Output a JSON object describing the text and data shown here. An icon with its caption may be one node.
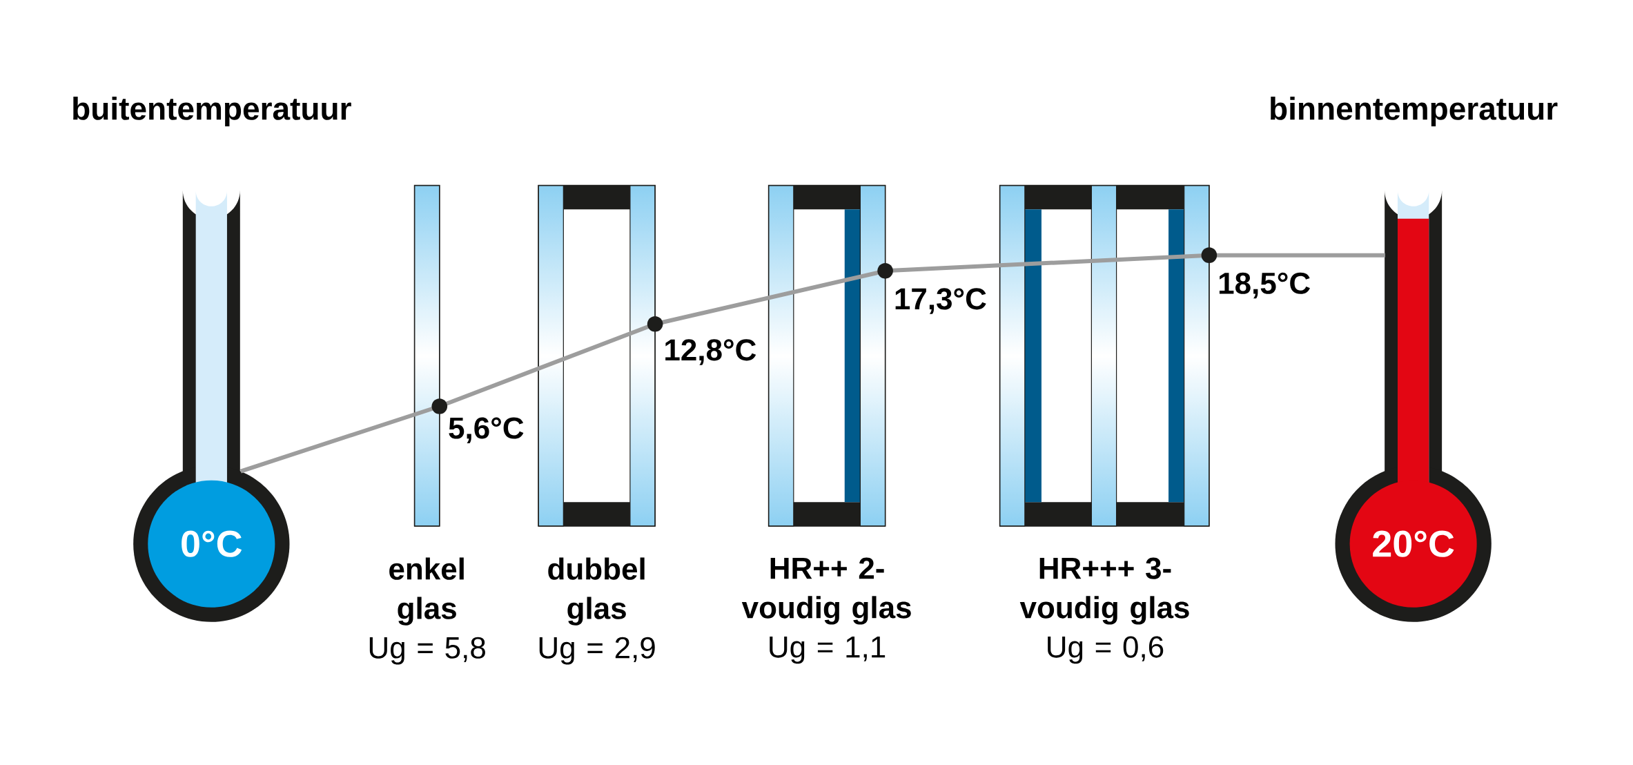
{
  "diagram": {
    "nodes": [
      {
        "text": [
          "buitentemperatuur",
          "0°C"
        ]
      },
      {
        "text": [
          "enkel glas",
          "Ug = 5,8"
        ]
      },
      {
        "text": [
          "dubbel glas",
          "Ug = 2,9"
        ]
      },
      {
        "text": [
          "HR++ 2-voudig glas",
          "Ug = 1,1"
        ]
      },
      {
        "text": [
          "HR+++ 3-voudig glas",
          "Ug = 0,6"
        ]
      },
      {
        "text": [
          "binnentemperatuur",
          "20°C"
        ]
      }
    ],
    "edges": [
      {
        "from": 0,
        "to": 1,
        "arrow": "none"
      },
      {
        "from": 1,
        "to": 2,
        "arrow": "none"
      },
      {
        "from": 2,
        "to": 3,
        "arrow": "none"
      },
      {
        "from": 3,
        "to": 4,
        "arrow": "none"
      },
      {
        "from": 4,
        "to": 5,
        "arrow": "none"
      }
    ],
    "labels": [
      "5,6°C",
      "12,8°C",
      "17,3°C",
      "18,5°C"
    ]
  }
}
